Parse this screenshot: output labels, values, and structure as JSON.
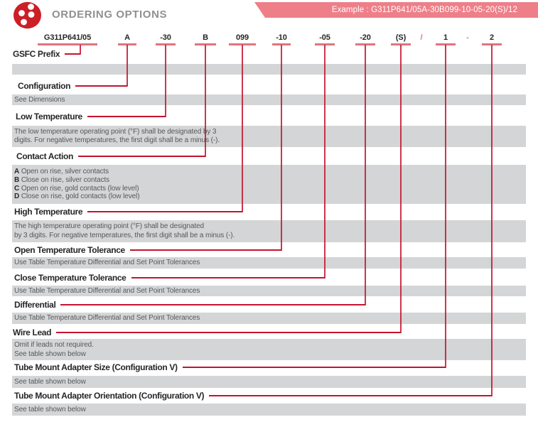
{
  "colors": {
    "crimson": "#C3132F",
    "pink_accent": "#E2737D",
    "banner_bg": "#EE7F88",
    "banner_text": "#FFFFFF",
    "bar_bg": "#D3D5D6",
    "title_gray": "#8E9092",
    "label_text": "#262628",
    "body_text": "#57585A",
    "logo_red": "#CB2026"
  },
  "header": {
    "title": "ORDERING OPTIONS",
    "example": "Example : G311P641/05A-30B099-10-05-20(S)/12"
  },
  "part_number": {
    "segments": [
      "G311P641/05",
      "A",
      "-30",
      "B",
      "099",
      "-10",
      "-05",
      "-20",
      "(S)",
      "1",
      "2"
    ],
    "separator_slash": "/",
    "separator_dash": "-"
  },
  "sections": [
    {
      "label": "GSFC Prefix",
      "lines": []
    },
    {
      "label": "Configuration",
      "lines": [
        "See Dimensions"
      ]
    },
    {
      "label": "Low Temperature",
      "lines": [
        "The low temperature operating point (°F) shall be designated by 3",
        "digits. For negative temperatures, the first digit shall be a minus (-)."
      ]
    },
    {
      "label": "Contact Action",
      "options": [
        {
          "code": "A",
          "desc": "Open on rise, silver contacts"
        },
        {
          "code": "B",
          "desc": "Close on rise, silver contacts"
        },
        {
          "code": "C",
          "desc": "Open on rise, gold contacts (low level)"
        },
        {
          "code": "D",
          "desc": "Close on rise, gold contacts (low level)"
        }
      ]
    },
    {
      "label": "High Temperature",
      "lines": [
        "The high temperature operating point (°F) shall be designated",
        "by 3 digits. For negative temperatures, the first digit shall be a minus (-)."
      ]
    },
    {
      "label": "Open Temperature Tolerance",
      "lines": [
        "Use Table Temperature Differential and Set Point Tolerances"
      ]
    },
    {
      "label": "Close Temperature Tolerance",
      "lines": [
        "Use Table Temperature Differential and Set Point Tolerances"
      ]
    },
    {
      "label": "Differential",
      "lines": [
        "Use Table Temperature Differential and Set Point Tolerances"
      ]
    },
    {
      "label": "Wire Lead",
      "lines": [
        "Omit if leads not required.",
        "See table shown below"
      ]
    },
    {
      "label": "Tube Mount Adapter Size (Configuration V)",
      "lines": [
        "See table shown below"
      ]
    },
    {
      "label": "Tube Mount Adapter Orientation (Configuration V)",
      "lines": [
        "See table shown below"
      ]
    }
  ]
}
